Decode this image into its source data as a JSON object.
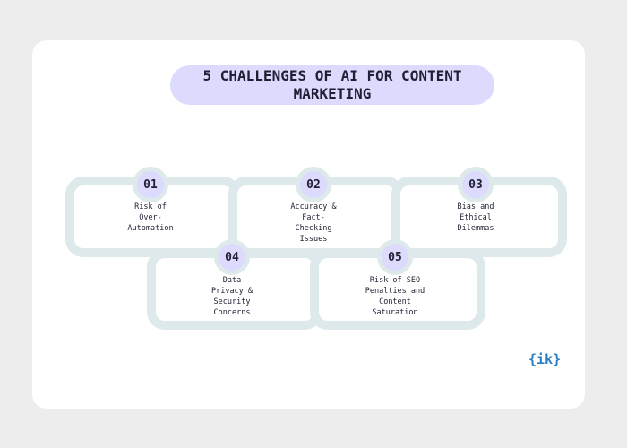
{
  "title": "5 CHALLENGES OF AI FOR CONTENT MARKETING",
  "items": [
    {
      "number": "01",
      "label": "Risk of\nOver-\nAutomation"
    },
    {
      "number": "02",
      "label": "Accuracy &\nFact-\nChecking\nIssues"
    },
    {
      "number": "03",
      "label": "Bias and\nEthical\nDilemmas"
    },
    {
      "number": "04",
      "label": "Data\nPrivacy &\nSecurity\nConcerns"
    },
    {
      "number": "05",
      "label": "Risk of SEO\nPenalties and\nContent\nSaturation"
    }
  ],
  "logo": "{ik}",
  "colors": {
    "background": "#ededed",
    "card": "#ffffff",
    "title_pill": "#dcdafd",
    "frame": "#dde9ea",
    "badge": "#dcdafd",
    "logo": "#2a7fc9"
  }
}
